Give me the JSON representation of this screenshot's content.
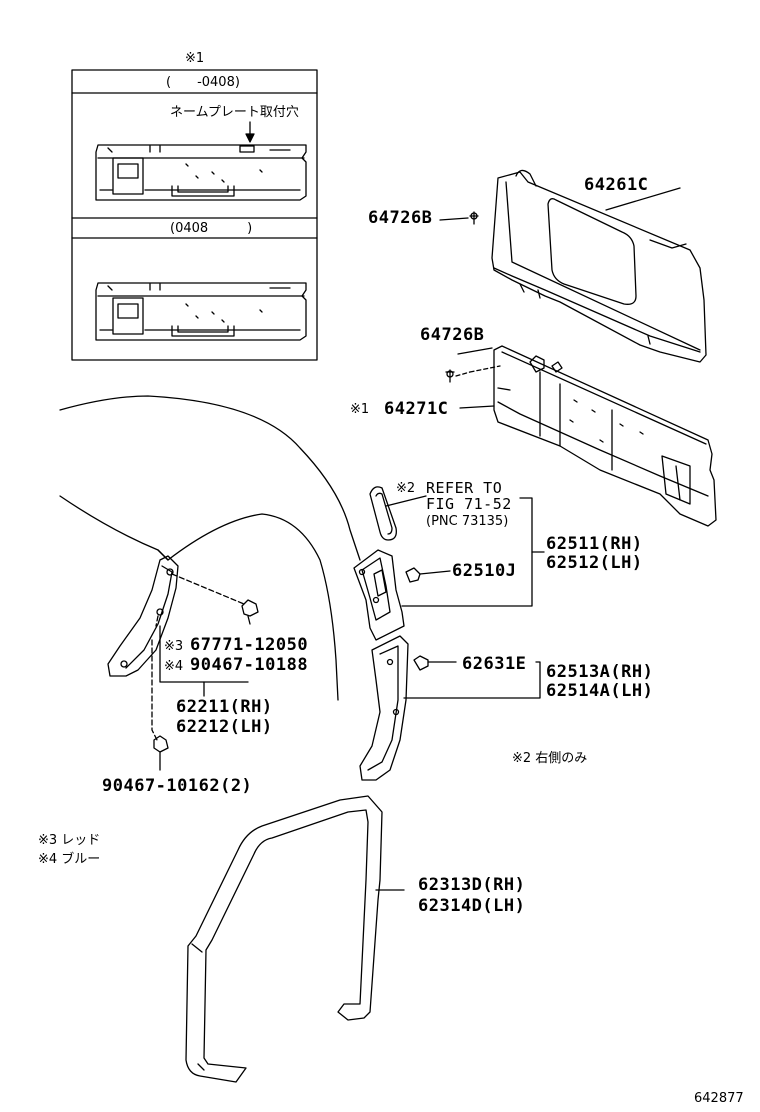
{
  "inset": {
    "mark": "※1",
    "row1_header": "(　　-0408)",
    "nameplate_note": "ネームプレート取付穴",
    "row2_header": "(0408　　　)"
  },
  "labels": {
    "p64261C": "64261C",
    "p64726B_top": "64726B",
    "p64726B_mid": "64726B",
    "p64271C_mark": "※1",
    "p64271C": "64271C",
    "refer_mark": "※2",
    "refer_line1": "REFER TO",
    "refer_line2": "FIG 71-52",
    "refer_line3": "(PNC 73135)",
    "p62511": "62511(RH)",
    "p62512": "62512(LH)",
    "p62510J": "62510J",
    "p62631E": "62631E",
    "p62513A": "62513A(RH)",
    "p62514A": "62514A(LH)",
    "p67771_mark": "※3",
    "p67771": "67771-12050",
    "p90467_mark": "※4",
    "p90467": "90467-10188",
    "p62211": "62211(RH)",
    "p62212": "62212(LH)",
    "p90467_10162": "90467-10162(2)",
    "note_right_side": "※2 右側のみ",
    "legend3": "※3 レッド",
    "legend4": "※4 ブルー",
    "p62313D": "62313D(RH)",
    "p62314D": "62314D(LH)",
    "figure_id": "642877"
  }
}
